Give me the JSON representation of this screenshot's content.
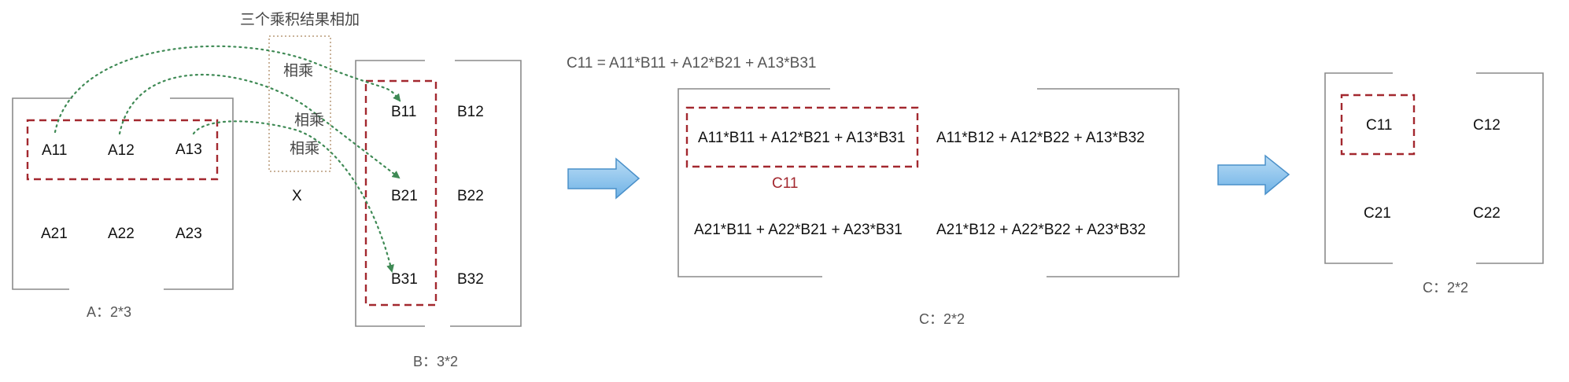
{
  "matrix_a": {
    "cells": [
      [
        "A11",
        "A12",
        "A13"
      ],
      [
        "A21",
        "A22",
        "A23"
      ]
    ],
    "caption": "A：2*3"
  },
  "matrix_b": {
    "cells": [
      [
        "B11",
        "B12"
      ],
      [
        "B21",
        "B22"
      ],
      [
        "B31",
        "B32"
      ]
    ],
    "caption": "B：3*2"
  },
  "multiply_sign": "X",
  "annotations": {
    "sum_note": "三个乘积结果相加",
    "multiply_1": "相乘",
    "multiply_2": "相乘",
    "multiply_3": "相乘"
  },
  "formula": "C11 = A11*B11 + A12*B21 + A13*B31",
  "matrix_c_expanded": {
    "cells": [
      [
        "A11*B11 + A12*B21 + A13*B31",
        "A11*B12 + A12*B22 + A13*B32"
      ],
      [
        "A21*B11 + A22*B21 + A23*B31",
        "A21*B12 + A22*B22 + A23*B32"
      ]
    ],
    "highlight_label": "C11",
    "caption": "C：2*2"
  },
  "matrix_c": {
    "cells": [
      [
        "C11",
        "C12"
      ],
      [
        "C21",
        "C22"
      ]
    ],
    "caption": "C：2*2"
  },
  "colors": {
    "highlight_dash": "#a3282f",
    "arrow_dots": "#3f8a55",
    "bracket": "#8a8a8a",
    "big_arrow_fill": "#8ec6ee",
    "big_arrow_stroke": "#4a90c9"
  }
}
